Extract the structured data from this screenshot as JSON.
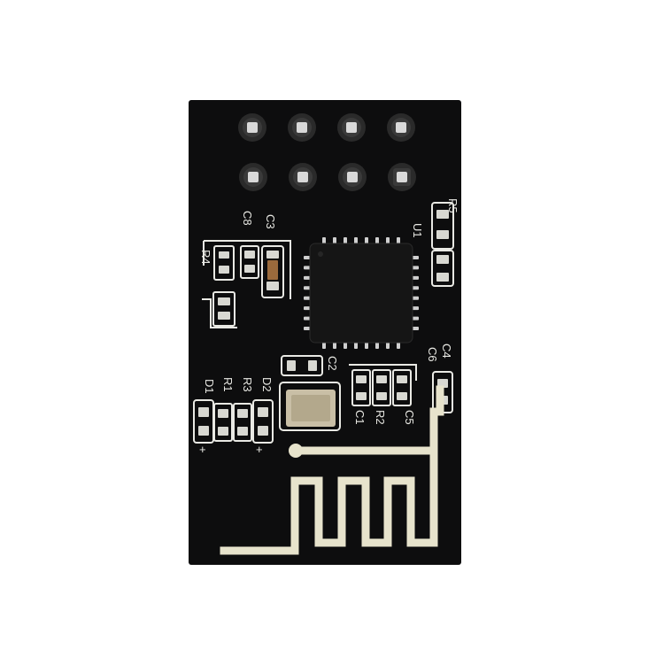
{
  "photo": {
    "subject": "pcb-module",
    "colors": {
      "background": "#ffffff",
      "board": "#0d0d0e",
      "silkscreen": "#e9e9e4",
      "pad": "#d8d8d2",
      "antenna": "#e7e3cc",
      "chip": "#151515",
      "crystal": "#c9bfa6"
    },
    "labels": {
      "r5": "R5",
      "u1": "U1",
      "c8": "C8",
      "c3": "C3",
      "r4": "R4",
      "c2": "C2",
      "c4": "C4",
      "c6": "C6",
      "d1": "D1",
      "r1": "R1",
      "r3": "R3",
      "d2": "D2",
      "c1": "C1",
      "r2": "R2",
      "c5": "C5",
      "plus_left": "+",
      "plus_right": "+"
    }
  }
}
